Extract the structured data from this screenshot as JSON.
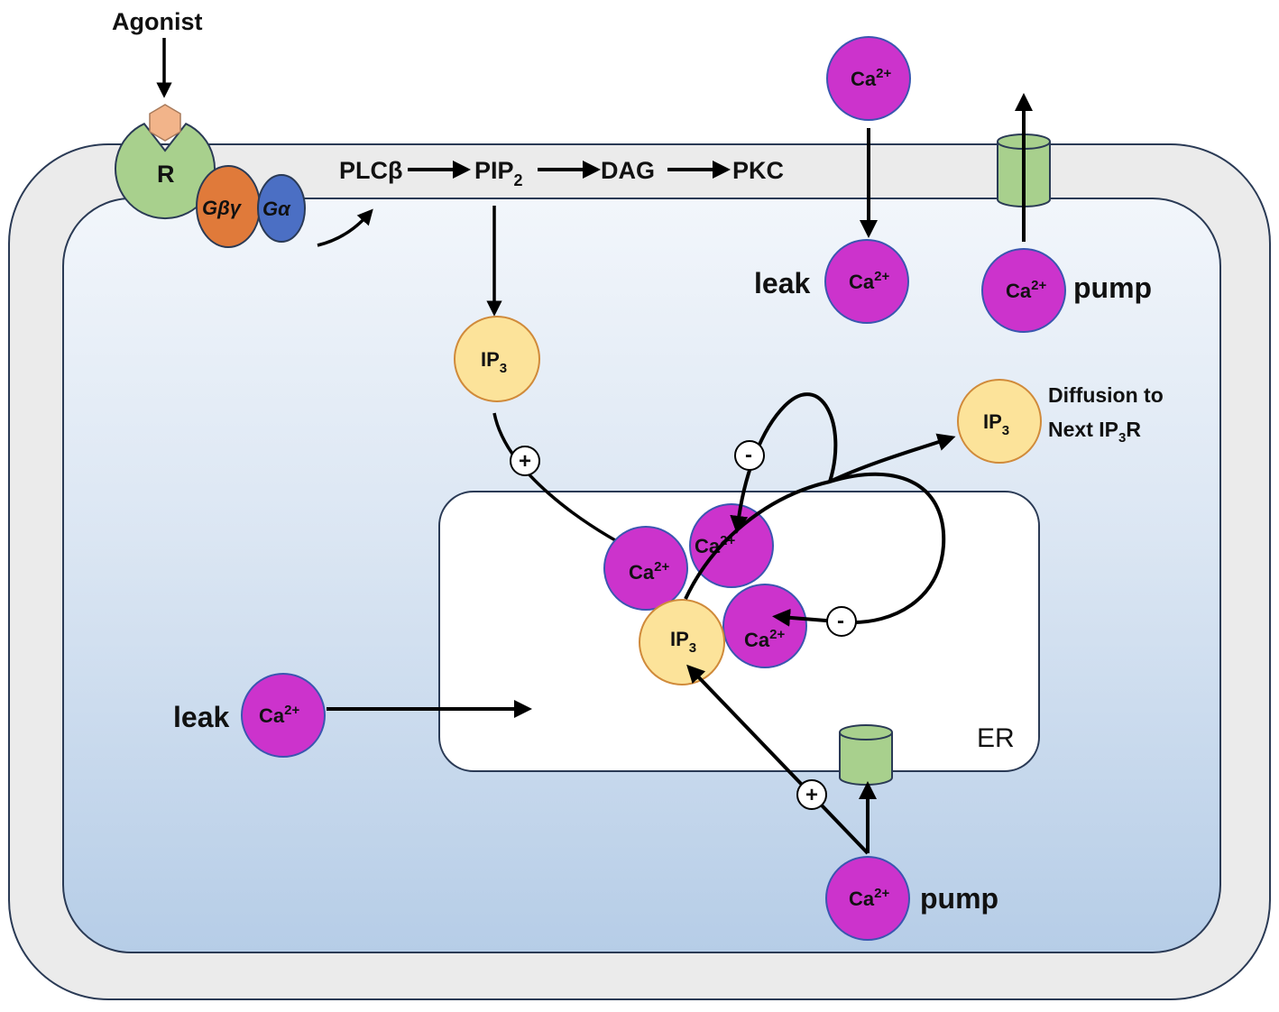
{
  "agonist": "Agonist",
  "receptor": "R",
  "g_beta_gamma": "Gβγ",
  "g_alpha": "Gα",
  "cascade": [
    "PLCβ",
    "PIP",
    "DAG",
    "PKC"
  ],
  "pip2_sub": "2",
  "ip3_text": "IP",
  "ip3_sub": "3",
  "ca_text": "Ca",
  "ca_sup": "2+",
  "leak": "leak",
  "pump": "pump",
  "diffusion_line1": "Diffusion to",
  "diffusion_line2_pre": "Next IP",
  "diffusion_line2_sub": "3",
  "diffusion_line2_post": "R",
  "plus": "+",
  "minus": "-",
  "er_label": "ER",
  "colors": {
    "membrane": "#ebebeb",
    "cytosol_top": "#f2f6fb",
    "cytosol_bottom": "#b8cfe8",
    "calcium": "#cc33cc",
    "ip3": "#fce39a",
    "receptor": "#a8d08d",
    "g_beta_gamma": "#e07a3a",
    "g_alpha": "#4b6fc4",
    "ligand": "#f2b48a",
    "channel": "#a8d08d"
  }
}
